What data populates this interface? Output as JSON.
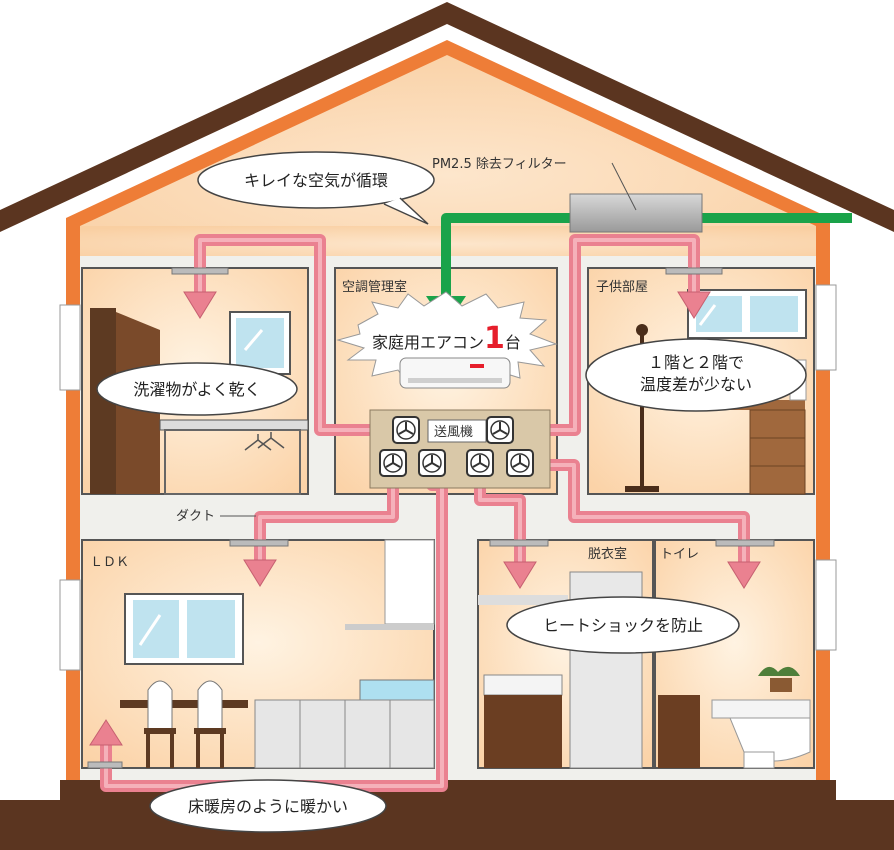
{
  "labels": {
    "filter": "PM2.5 除去フィルター",
    "control_room": "空調管理室",
    "kids_room": "子供部屋",
    "duct": "ダクト",
    "ldk": "ＬＤＫ",
    "dressing_room": "脱衣室",
    "toilet": "トイレ",
    "blower": "送風機",
    "aircon_prefix": "家庭用エアコン",
    "aircon_number": "1",
    "aircon_suffix": "台"
  },
  "bubbles": {
    "clean_air": "キレイな空気が循環",
    "laundry": "洗濯物がよく乾く",
    "temp_line1": "１階と２階で",
    "temp_line2": "温度差が少ない",
    "heat_shock": "ヒートショックを防止",
    "floor_heating": "床暖房のように暖かい"
  },
  "colors": {
    "roof": "#5b3520",
    "wall_orange": "#ee7d37",
    "interior": "#fbd7b0",
    "duct_pink": "#ea8190",
    "fresh_air_green": "#1aa34a",
    "aircon_number_red": "#e61e2b",
    "floor_brown": "#5b3520"
  }
}
